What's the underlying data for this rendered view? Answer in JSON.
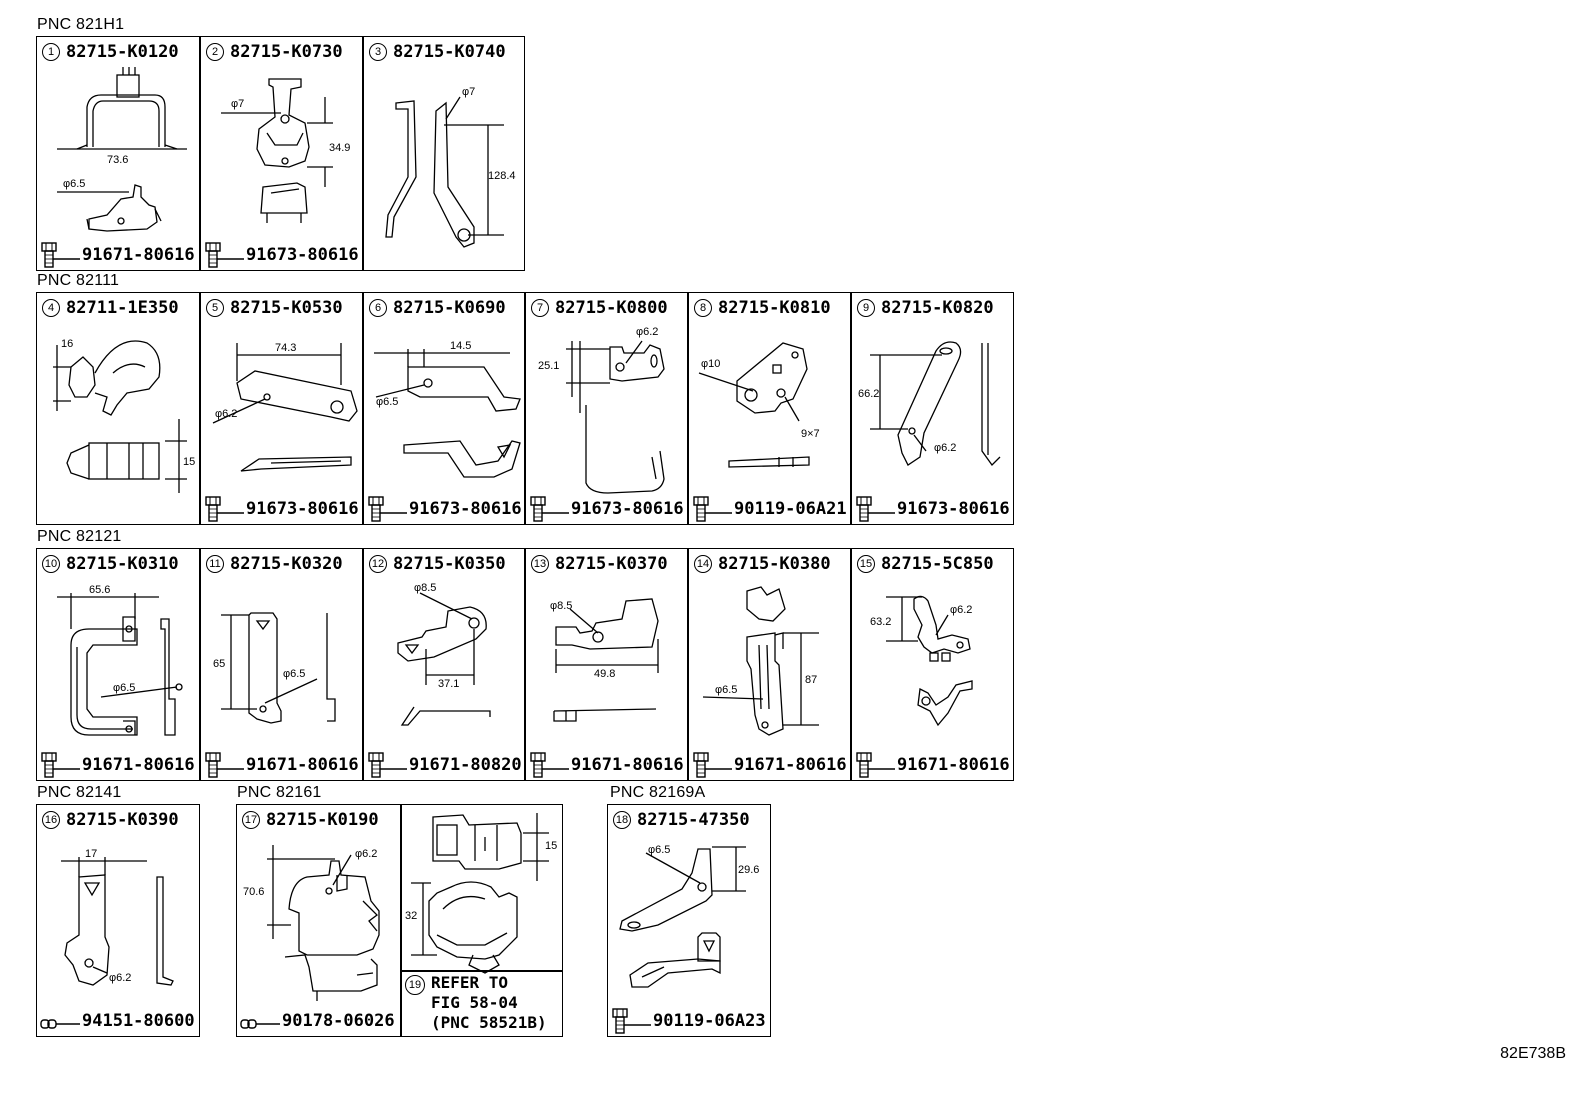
{
  "sections": [
    {
      "pnc": "PNC 821H1"
    },
    {
      "pnc": "PNC 82111"
    },
    {
      "pnc": "PNC 82121"
    },
    {
      "pnc": "PNC 82141"
    },
    {
      "pnc": "PNC 82161"
    },
    {
      "pnc": "PNC 82169A"
    }
  ],
  "parts": [
    {
      "num": "1",
      "part": "82715-K0120",
      "bolt": "91671-80616",
      "dims": [
        "73.6",
        "φ6.5"
      ]
    },
    {
      "num": "2",
      "part": "82715-K0730",
      "bolt": "91673-80616",
      "dims": [
        "φ7",
        "34.9"
      ]
    },
    {
      "num": "3",
      "part": "82715-K0740",
      "bolt": "",
      "dims": [
        "φ7",
        "128.4"
      ]
    },
    {
      "num": "4",
      "part": "82711-1E350",
      "bolt": "",
      "dims": [
        "16",
        "15"
      ]
    },
    {
      "num": "5",
      "part": "82715-K0530",
      "bolt": "91673-80616",
      "dims": [
        "74.3",
        "φ6.2"
      ]
    },
    {
      "num": "6",
      "part": "82715-K0690",
      "bolt": "91673-80616",
      "dims": [
        "14.5",
        "φ6.5"
      ]
    },
    {
      "num": "7",
      "part": "82715-K0800",
      "bolt": "91673-80616",
      "dims": [
        "25.1",
        "φ6.2"
      ]
    },
    {
      "num": "8",
      "part": "82715-K0810",
      "bolt": "90119-06A21",
      "dims": [
        "φ10",
        "9×7"
      ]
    },
    {
      "num": "9",
      "part": "82715-K0820",
      "bolt": "91673-80616",
      "dims": [
        "66.2",
        "φ6.2"
      ]
    },
    {
      "num": "10",
      "part": "82715-K0310",
      "bolt": "91671-80616",
      "dims": [
        "65.6",
        "φ6.5"
      ]
    },
    {
      "num": "11",
      "part": "82715-K0320",
      "bolt": "91671-80616",
      "dims": [
        "65",
        "φ6.5"
      ]
    },
    {
      "num": "12",
      "part": "82715-K0350",
      "bolt": "91671-80820",
      "dims": [
        "φ8.5",
        "37.1"
      ]
    },
    {
      "num": "13",
      "part": "82715-K0370",
      "bolt": "91671-80616",
      "dims": [
        "φ8.5",
        "49.8"
      ]
    },
    {
      "num": "14",
      "part": "82715-K0380",
      "bolt": "91671-80616",
      "dims": [
        "87",
        "φ6.5"
      ]
    },
    {
      "num": "15",
      "part": "82715-5C850",
      "bolt": "91671-80616",
      "dims": [
        "63.2",
        "φ6.2"
      ]
    },
    {
      "num": "16",
      "part": "82715-K0390",
      "bolt": "94151-80600",
      "dims": [
        "17",
        "φ6.2"
      ]
    },
    {
      "num": "17",
      "part": "82715-K0190",
      "bolt": "90178-06026",
      "dims": [
        "70.6",
        "φ6.2"
      ]
    },
    {
      "num": "18",
      "part": "82715-47350",
      "bolt": "90119-06A23",
      "dims": [
        "φ6.5",
        "29.6"
      ]
    }
  ],
  "clip_extra": {
    "dims": [
      "15",
      "32"
    ]
  },
  "refer": {
    "num": "19",
    "line1": "REFER TO",
    "line2": "FIG 58-04",
    "line3": "(PNC 58521B)"
  },
  "diagram_code": "82E738B"
}
